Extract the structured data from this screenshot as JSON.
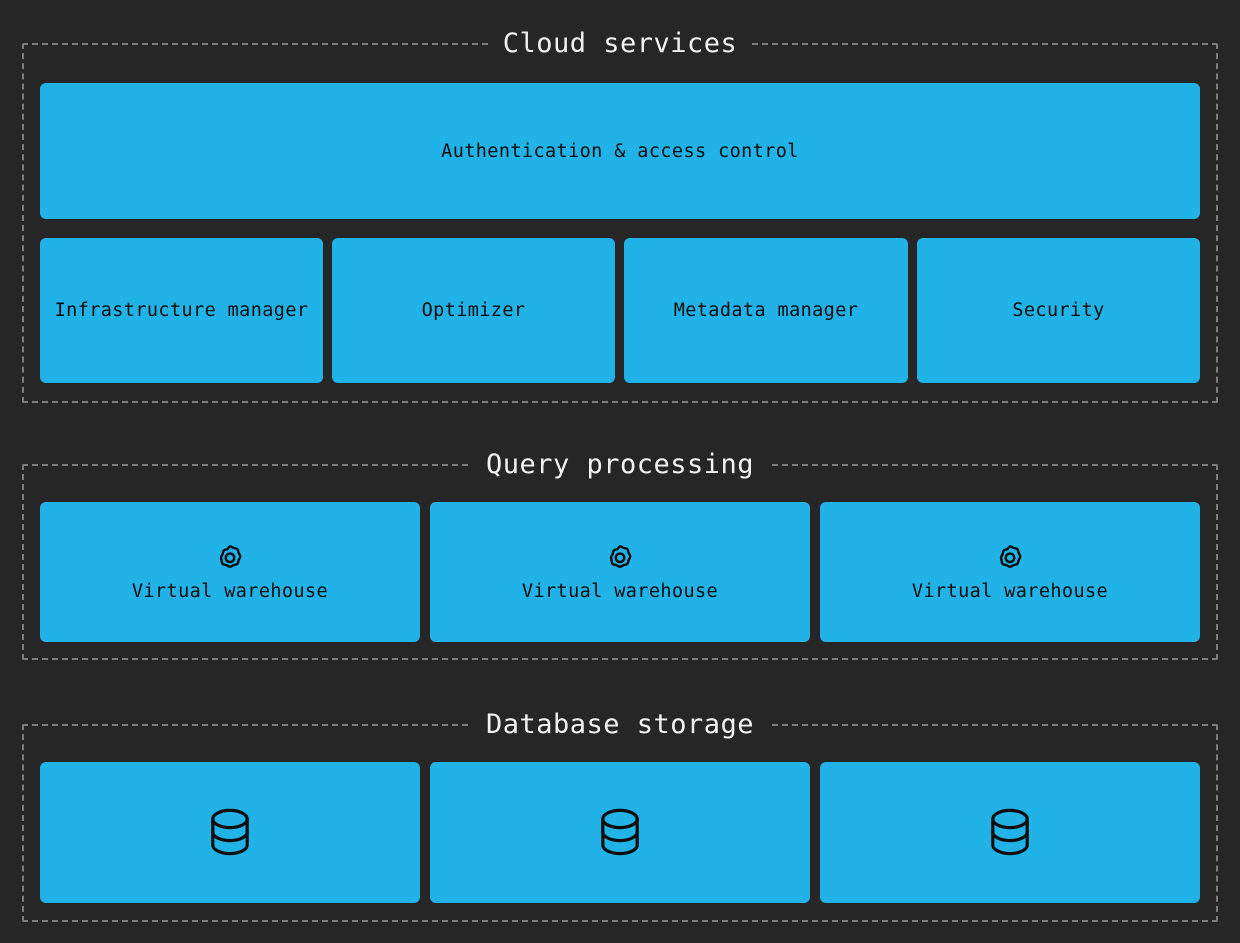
{
  "theme": {
    "background": "#262626",
    "node_fill": "#21b2e8",
    "node_text": "#0d0d0d",
    "group_border": "#7d7d7d",
    "group_title_text": "#f2f2f2"
  },
  "groups": [
    {
      "id": "cloud",
      "title": "Cloud services",
      "nodes": [
        {
          "id": "auth",
          "label": "Authentication & access control",
          "icon": null
        },
        {
          "id": "infra",
          "label": "Infrastructure manager",
          "icon": null
        },
        {
          "id": "optim",
          "label": "Optimizer",
          "icon": null
        },
        {
          "id": "meta",
          "label": "Metadata manager",
          "icon": null
        },
        {
          "id": "security",
          "label": "Security",
          "icon": null
        }
      ]
    },
    {
      "id": "query",
      "title": "Query processing",
      "nodes": [
        {
          "id": "vw1",
          "label": "Virtual warehouse",
          "icon": "gear-icon"
        },
        {
          "id": "vw2",
          "label": "Virtual warehouse",
          "icon": "gear-icon"
        },
        {
          "id": "vw3",
          "label": "Virtual warehouse",
          "icon": "gear-icon"
        }
      ]
    },
    {
      "id": "storage",
      "title": "Database storage",
      "nodes": [
        {
          "id": "db1",
          "label": "",
          "icon": "database-icon"
        },
        {
          "id": "db2",
          "label": "",
          "icon": "database-icon"
        },
        {
          "id": "db3",
          "label": "",
          "icon": "database-icon"
        }
      ]
    }
  ]
}
